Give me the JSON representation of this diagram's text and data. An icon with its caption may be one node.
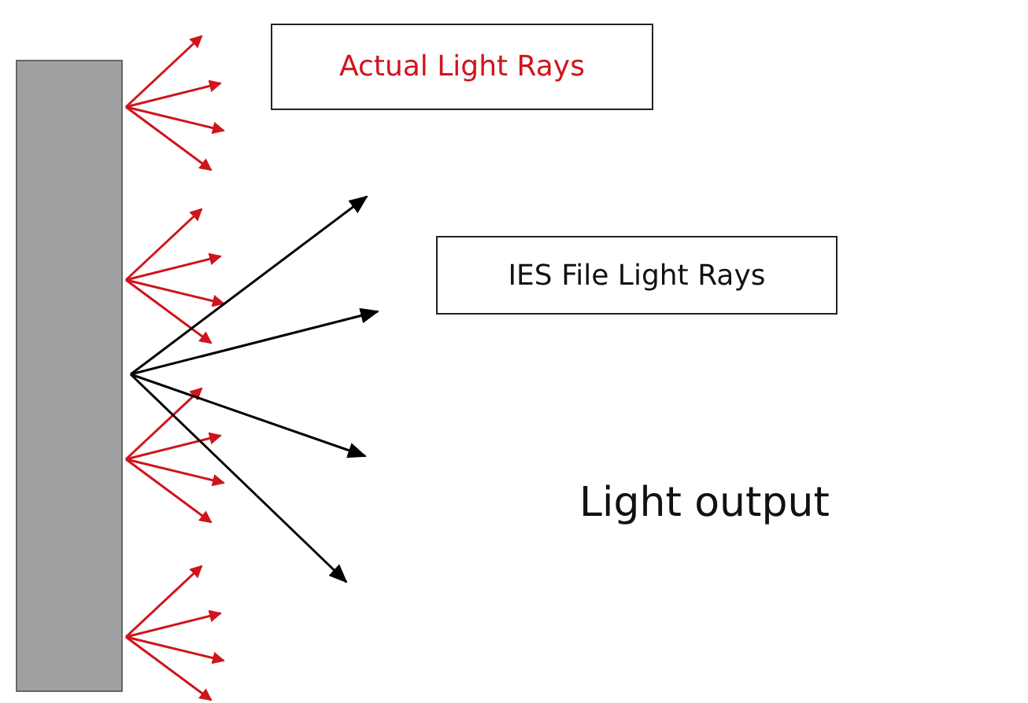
{
  "diagram": {
    "nodes": [
      {
        "text": [],
        "shape": "bar"
      },
      {
        "text": [
          "Actual Light Rays"
        ]
      },
      {
        "text": [
          "IES File Light Rays"
        ]
      }
    ],
    "labels": [
      "Light output"
    ]
  }
}
